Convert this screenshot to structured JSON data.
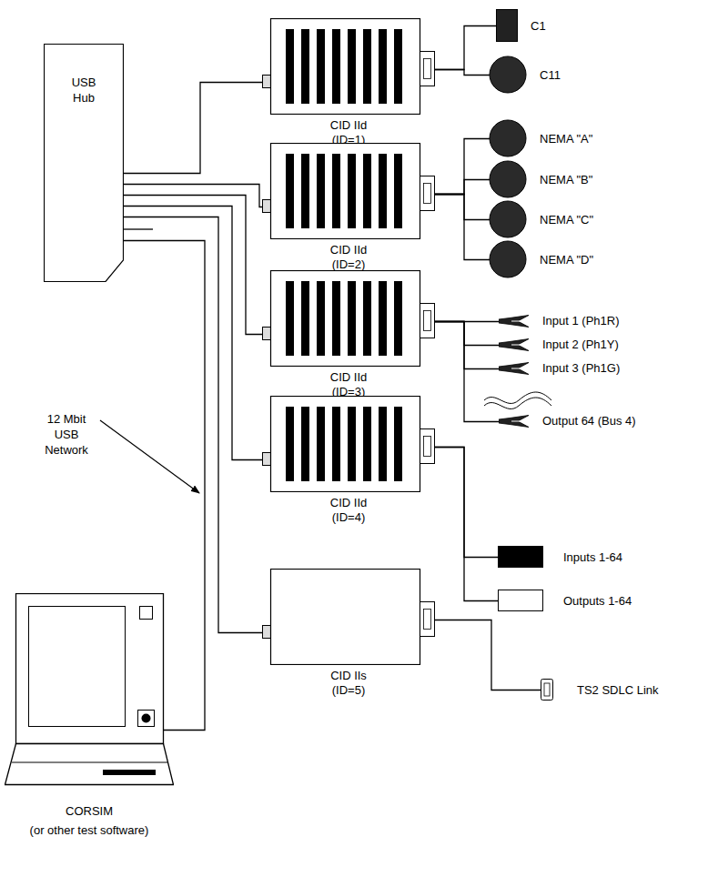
{
  "diagram": {
    "nodes": [
      {
        "text": [
          "USB Hub"
        ]
      },
      {
        "text": [
          "CID IId (ID=1)"
        ]
      },
      {
        "text": [
          "C1"
        ]
      },
      {
        "text": [
          "C11"
        ]
      },
      {
        "text": [
          "CID IId (ID=2)"
        ]
      },
      {
        "text": [
          "NEMA \"A\""
        ]
      },
      {
        "text": [
          "NEMA \"B\""
        ]
      },
      {
        "text": [
          "NEMA \"C\""
        ]
      },
      {
        "text": [
          "NEMA \"D\""
        ]
      },
      {
        "text": [
          "CID IId (ID=3)"
        ]
      },
      {
        "text": [
          "Input 1 (Ph1R)"
        ]
      },
      {
        "text": [
          "Input 2 (Ph1Y)"
        ]
      },
      {
        "text": [
          "Input 3 (Ph1G)"
        ]
      },
      {
        "text": [
          "Output 64 (Bus 4)"
        ]
      },
      {
        "text": [
          "CID IId (ID=4)"
        ]
      },
      {
        "text": [
          "Inputs 1-64"
        ]
      },
      {
        "text": [
          "Outputs 1-64"
        ]
      },
      {
        "text": [
          "CID IIs (ID=5)"
        ]
      },
      {
        "text": [
          "TS2 SDLC Link"
        ]
      },
      {
        "text": [
          "CORSIM",
          "(or other test software)"
        ]
      }
    ],
    "edges": [
      {
        "from": 0,
        "to": 1,
        "arrow": "none"
      },
      {
        "from": 0,
        "to": 4,
        "arrow": "none"
      },
      {
        "from": 0,
        "to": 9,
        "arrow": "none"
      },
      {
        "from": 0,
        "to": 14,
        "arrow": "none"
      },
      {
        "from": 0,
        "to": 17,
        "arrow": "none"
      },
      {
        "from": 0,
        "to": 19,
        "arrow": "none"
      },
      {
        "from": 1,
        "to": 2,
        "arrow": "none"
      },
      {
        "from": 1,
        "to": 3,
        "arrow": "none"
      },
      {
        "from": 4,
        "to": 5,
        "arrow": "none"
      },
      {
        "from": 4,
        "to": 6,
        "arrow": "none"
      },
      {
        "from": 4,
        "to": 7,
        "arrow": "none"
      },
      {
        "from": 4,
        "to": 8,
        "arrow": "none"
      },
      {
        "from": 9,
        "to": 10,
        "arrow": "none"
      },
      {
        "from": 9,
        "to": 11,
        "arrow": "none"
      },
      {
        "from": 9,
        "to": 12,
        "arrow": "none"
      },
      {
        "from": 9,
        "to": 13,
        "arrow": "none"
      },
      {
        "from": 14,
        "to": 15,
        "arrow": "none"
      },
      {
        "from": 14,
        "to": 16,
        "arrow": "none"
      },
      {
        "from": 17,
        "to": 18,
        "arrow": "none"
      }
    ],
    "labels": [
      "12 Mbit USB Network"
    ]
  }
}
